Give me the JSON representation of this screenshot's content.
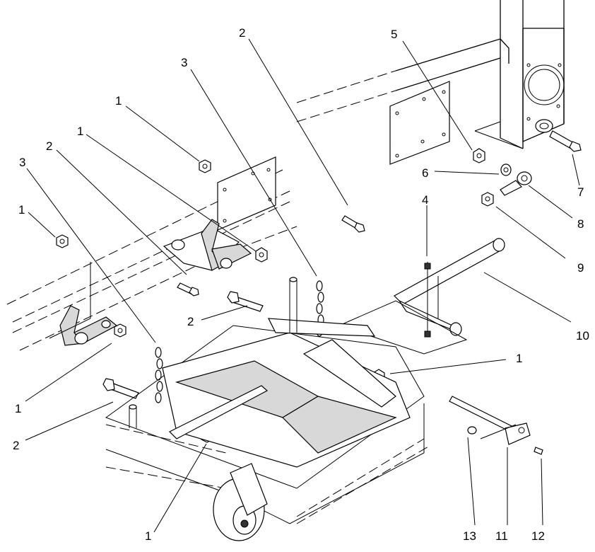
{
  "callouts": [
    {
      "id": "c1a",
      "text": "1"
    },
    {
      "id": "c1b",
      "text": "1"
    },
    {
      "id": "c1c",
      "text": "1"
    },
    {
      "id": "c1d",
      "text": "1"
    },
    {
      "id": "c1e",
      "text": "1"
    },
    {
      "id": "c1f",
      "text": "1"
    },
    {
      "id": "c2a",
      "text": "2"
    },
    {
      "id": "c2b",
      "text": "2"
    },
    {
      "id": "c2c",
      "text": "2"
    },
    {
      "id": "c2d",
      "text": "2"
    },
    {
      "id": "c3a",
      "text": "3"
    },
    {
      "id": "c3b",
      "text": "3"
    },
    {
      "id": "c4",
      "text": "4"
    },
    {
      "id": "c5",
      "text": "5"
    },
    {
      "id": "c6",
      "text": "6"
    },
    {
      "id": "c7",
      "text": "7"
    },
    {
      "id": "c8",
      "text": "8"
    },
    {
      "id": "c9",
      "text": "9"
    },
    {
      "id": "c10",
      "text": "10"
    },
    {
      "id": "c11",
      "text": "11"
    },
    {
      "id": "c12",
      "text": "12"
    },
    {
      "id": "c13",
      "text": "13"
    }
  ]
}
